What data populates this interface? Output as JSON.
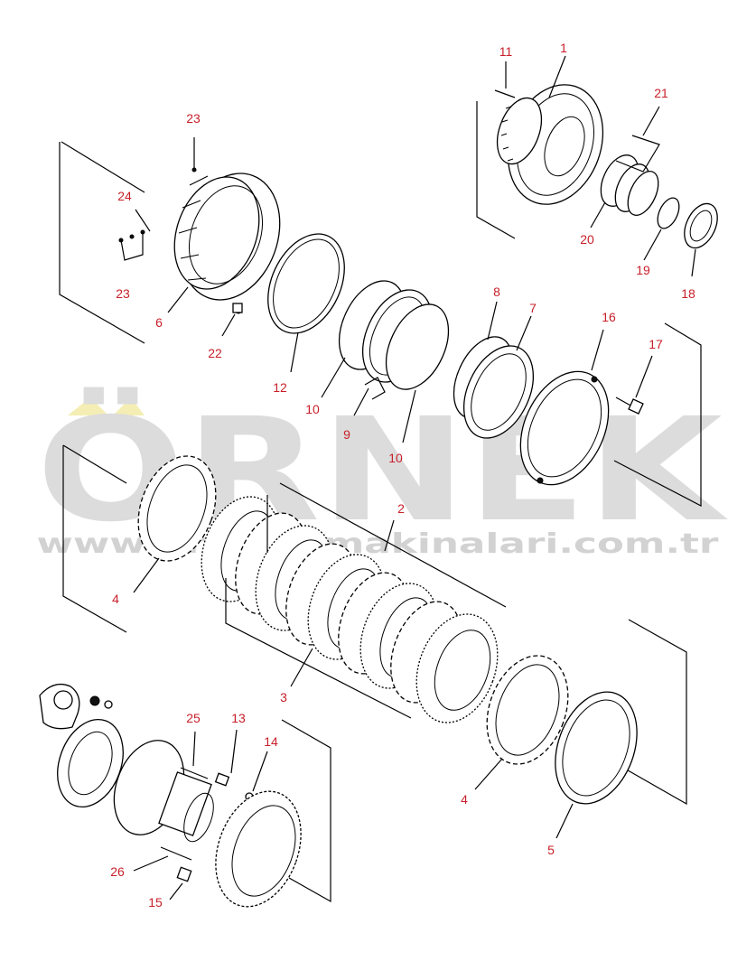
{
  "watermark": {
    "logo": "ÖRNEK",
    "url": "www.ornekismakinalari.com.tr",
    "colors": {
      "logo": "#dcdcdc",
      "accent": "#f4eeb4"
    }
  },
  "label_color": "#c8202a",
  "part_labels": [
    "1",
    "2",
    "3",
    "4",
    "4",
    "5",
    "6",
    "7",
    "8",
    "9",
    "10",
    "10",
    "11",
    "12",
    "13",
    "14",
    "15",
    "16",
    "17",
    "18",
    "19",
    "20",
    "21",
    "22",
    "23",
    "23",
    "24",
    "25",
    "26"
  ]
}
